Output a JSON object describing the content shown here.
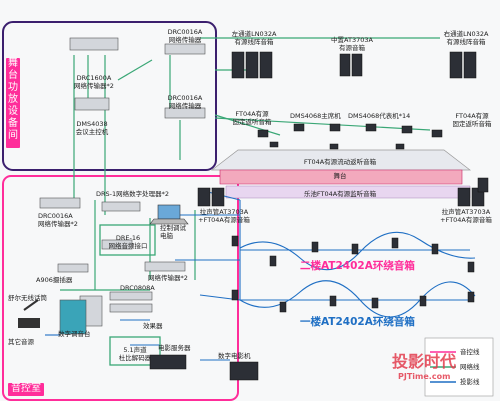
{
  "left_box": {
    "title": "舞台功放设备间"
  },
  "control_room": {
    "title": "音控室"
  },
  "stage_label": "舞台",
  "devices": {
    "drc1600a": "DRC1600A\n网络传输器*2",
    "dms4038": "DMS4038\n会议主控机",
    "drc0016a_top": "DRC0016A\n网络传输器",
    "drc0016a_mid": "DRC0016A\n网络传输器",
    "drc0016a_left": "DRC0016A\n网络传输器*2",
    "drs1": "DRS-1网络数字处理器*2",
    "dre16": "DRE-16\n网络音频接口",
    "control_pc": "控制调试\n电脑",
    "drc0808a": "DRC0808A",
    "net_trans2": "网络传输器*2",
    "a906": "A906摄插器",
    "effects": "效果器",
    "wireless_mic": "舒尔无线话筒",
    "other_source": "其它音源",
    "digital_console": "数字调音台",
    "decoder": "5.1声道\n杜比解码器",
    "movie_server": "电影服务器",
    "digital_projector": "数字电影机"
  },
  "speakers": {
    "left_main": "左通道LN032A\n有源线阵音箱",
    "center_main": "中置AT3703A\n有源音箱",
    "right_main": "右通道LN032A\n有源线阵音箱",
    "ft04a_left": "FT04A有源\n固定返听音箱",
    "ft04a_right": "FT04A有源\n固定返听音箱",
    "dms4060_host": "DMS4068主席机",
    "dms4060_rep": "DMS4068代表机*14",
    "ft04a_stage": "FT04A有源流动返听音箱",
    "pool_monitor": "乐池FT04A有源监听音箱",
    "sub_left": "拉声管AT3703A\n+FT04A有源音箱",
    "sub_right": "拉声管AT3703A\n+FT04A有源音箱"
  },
  "surround": {
    "floor2": "二楼AT2402A环绕音箱",
    "floor1": "一楼AT2402A环绕音箱"
  },
  "legend": {
    "items": [
      "音控线",
      "网络线",
      "投影线"
    ]
  },
  "watermark": {
    "main": "投影时代",
    "sub": "PJTime.com"
  },
  "colors": {
    "purple": "#3b1f6e",
    "pink": "#ff2d9a",
    "green": "#3aa776",
    "blue": "#1f6fc4",
    "red": "#e33d4e"
  }
}
